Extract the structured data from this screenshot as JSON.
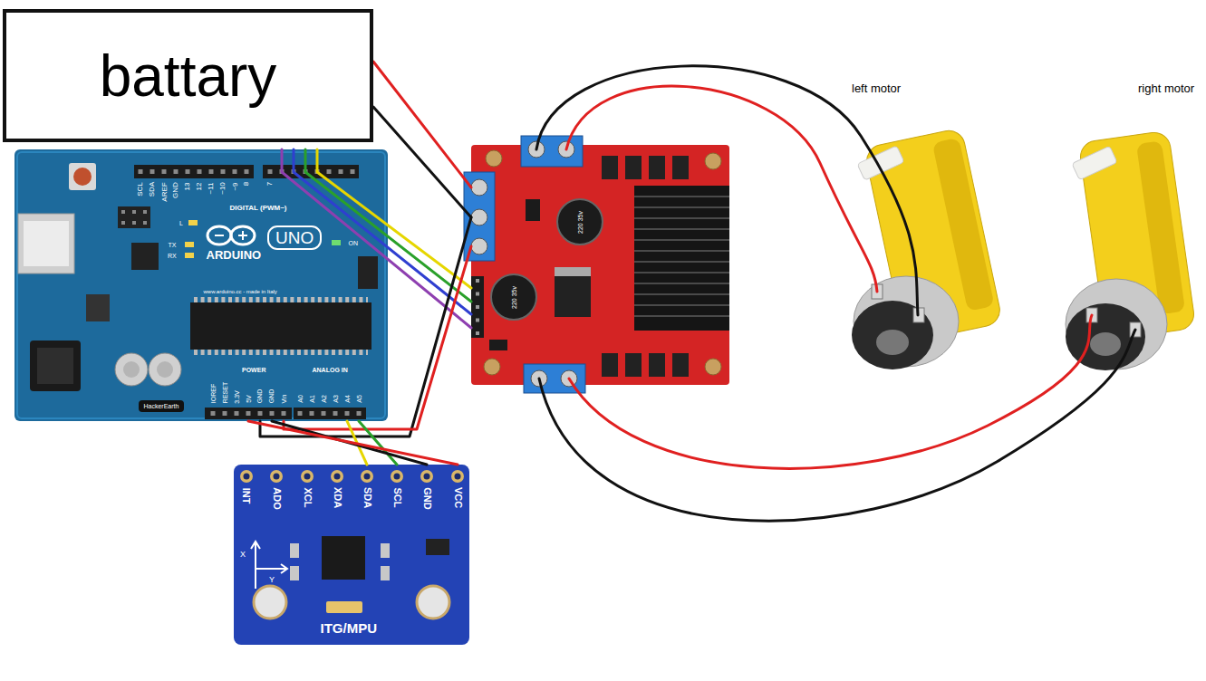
{
  "diagram": {
    "nodes": [
      {
        "text": [
          "battary"
        ]
      },
      {
        "text": [
          "ARDUINO",
          "UNO"
        ]
      },
      {
        "text": [
          "220 35v",
          "220 35v"
        ]
      },
      {
        "text": [
          "ITG/MPU"
        ]
      }
    ],
    "edges": [
      {
        "from": 0,
        "to": 2,
        "arrow": "none"
      },
      {
        "from": 0,
        "to": 2,
        "arrow": "none"
      },
      {
        "from": 1,
        "to": 2,
        "arrow": "none"
      },
      {
        "from": 1,
        "to": 2,
        "arrow": "none"
      },
      {
        "from": 1,
        "to": 2,
        "arrow": "none"
      },
      {
        "from": 1,
        "to": 2,
        "arrow": "none"
      },
      {
        "from": 1,
        "to": 2,
        "arrow": "none"
      },
      {
        "from": 1,
        "to": 2,
        "arrow": "none"
      },
      {
        "from": 1,
        "to": 3,
        "arrow": "none"
      },
      {
        "from": 1,
        "to": 3,
        "arrow": "none"
      },
      {
        "from": 1,
        "to": 3,
        "arrow": "none"
      },
      {
        "from": 1,
        "to": 3,
        "arrow": "none"
      }
    ],
    "labels": [
      "left motor",
      "right motor",
      "SCL",
      "SDA",
      "AREF",
      "GND",
      "13",
      "12",
      "~11",
      "~10",
      "~9",
      "8",
      "7",
      "DIGITAL (PWM~)",
      "TX",
      "RX",
      "L",
      "ON",
      "www.arduino.cc - made in Italy",
      "IOREF",
      "RESET",
      "3.3V",
      "5V",
      "GND",
      "GND",
      "Vin",
      "POWER",
      "ANALOG IN",
      "A0",
      "A1",
      "A2",
      "A3",
      "A4",
      "A5",
      "HackerEarth",
      "INT",
      "ADO",
      "XCL",
      "XDA",
      "SDA",
      "SCL",
      "GND",
      "VCC",
      "X",
      "Y"
    ]
  }
}
